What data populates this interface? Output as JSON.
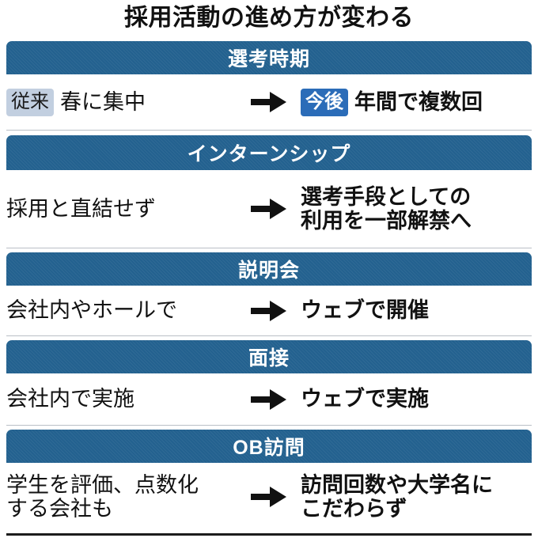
{
  "title": "採用活動の進め方が変わる",
  "arrow_icon": "right-arrow-icon",
  "colors": {
    "header_bar": "#23618f",
    "badge_before_bg": "#c2cfe0",
    "badge_after_bg": "#2b6cb8",
    "text": "#111111",
    "divider": "#b9bfc6",
    "bottom_rule": "#1c1c1c",
    "background": "#ffffff"
  },
  "sections": [
    {
      "header": "選考時期",
      "before_badge": "従来",
      "before": "春に集中",
      "after_badge": "今後",
      "after": "年間で複数回"
    },
    {
      "header": "インターンシップ",
      "before_badge": "",
      "before": "採用と直結せず",
      "after_badge": "",
      "after": "選考手段としての\n利用を一部解禁へ"
    },
    {
      "header": "説明会",
      "before_badge": "",
      "before": "会社内やホールで",
      "after_badge": "",
      "after": "ウェブで開催"
    },
    {
      "header": "面接",
      "before_badge": "",
      "before": "会社内で実施",
      "after_badge": "",
      "after": "ウェブで実施"
    },
    {
      "header": "OB訪問",
      "before_badge": "",
      "before": "学生を評価、点数化\nする会社も",
      "after_badge": "",
      "after": "訪問回数や大学名に\nこだわらず"
    }
  ]
}
